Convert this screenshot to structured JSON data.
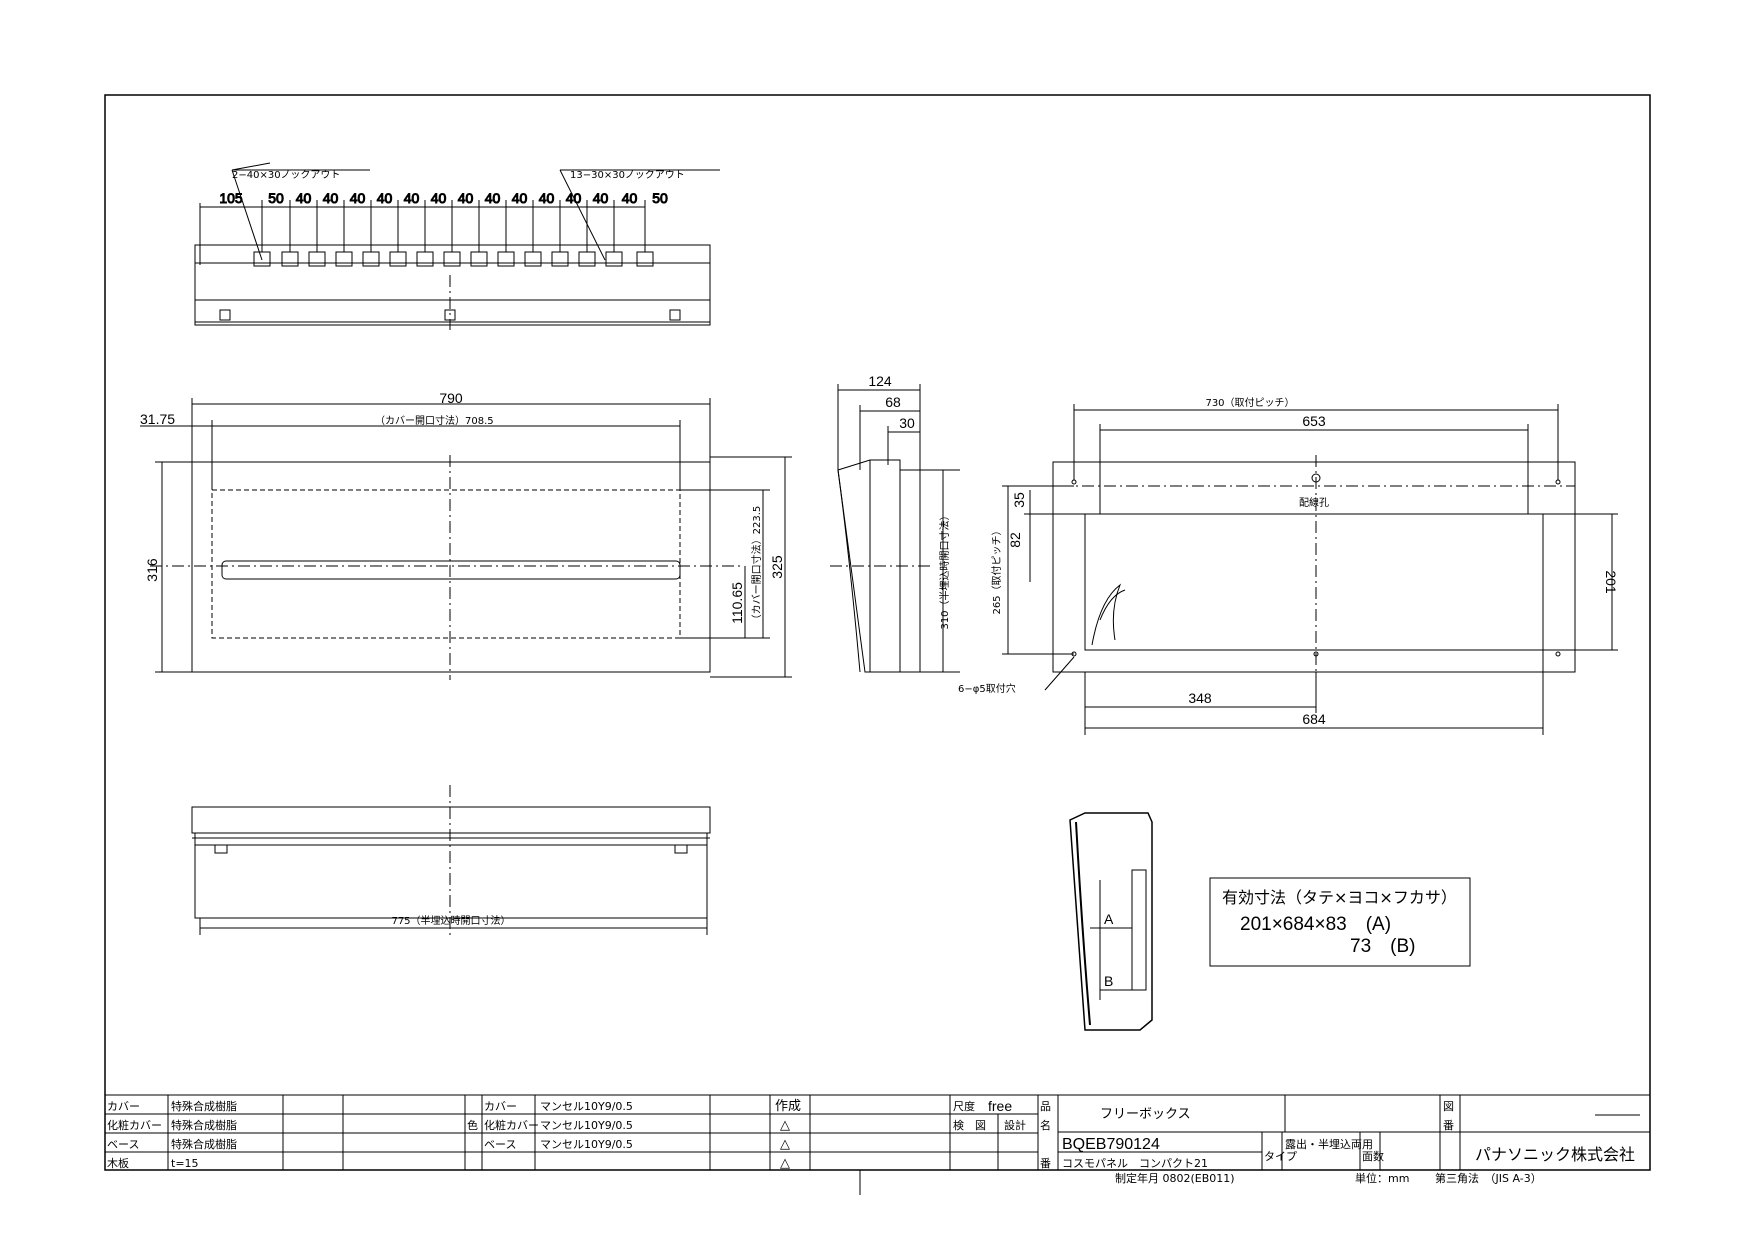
{
  "top_view": {
    "knockout_left": "2−40×30ノックアウト",
    "knockout_right": "13−30×30ノックアウト",
    "dims": [
      "105",
      "50",
      "40",
      "40",
      "40",
      "40",
      "40",
      "40",
      "40",
      "40",
      "40",
      "40",
      "40",
      "40",
      "40",
      "50"
    ]
  },
  "front_view": {
    "width": "790",
    "offset": "31.75",
    "cover_opening": "（カバー開口寸法）708.5",
    "height": "316",
    "total_height": "325",
    "cover_opening_h": "（カバー開口寸法）223.5",
    "lower_dim": "110.65"
  },
  "side_view": {
    "d124": "124",
    "d68": "68",
    "d30": "30",
    "semi_embed": "310（半埋込時開口寸法）"
  },
  "rear_view": {
    "pitch_w": "730（取付ピッチ）",
    "d653": "653",
    "d35": "35",
    "d82": "82",
    "pitch_h": "265（取付ピッチ）",
    "d201": "201",
    "wiring_hole": "配線孔",
    "mount_holes": "6−φ5取付穴",
    "d348": "348",
    "d684": "684"
  },
  "bottom_view": {
    "semi_embed_w": "775（半埋込時開口寸法）"
  },
  "section": {
    "label_a": "A",
    "label_b": "B"
  },
  "effective": {
    "title": "有効寸法（タテ×ヨコ×フカサ）",
    "line1": "201×684×83　(A)",
    "line2": "73　(B)"
  },
  "title_block": {
    "materials": [
      {
        "part": "カバー",
        "material": "特殊合成樹脂"
      },
      {
        "part": "化粧カバー",
        "material": "特殊合成樹脂"
      },
      {
        "part": "ベース",
        "material": "特殊合成樹脂"
      },
      {
        "part": "木板",
        "material": "t=15"
      }
    ],
    "color_label": "色",
    "colors": [
      {
        "part": "カバー",
        "color": "マンセル10Y9/0.5"
      },
      {
        "part": "化粧カバー",
        "color": "マンセル10Y9/0.5"
      },
      {
        "part": "ベース",
        "color": "マンセル10Y9/0.5"
      }
    ],
    "sakusei": "作成",
    "triangle": "△",
    "scale_label": "尺度",
    "scale_value": "free",
    "inspect_label": "検　図",
    "design_label": "設計",
    "hin": "品",
    "mei": "名",
    "ban": "番",
    "product_name": "フリーボックス",
    "part_no": "BQEB790124",
    "series": "コスモパネル　コンパクト21",
    "type_label": "タイプ",
    "type_value": "露出・半埋込両用",
    "men_label": "面数",
    "zu_label": "図",
    "zu_ban": "番",
    "company": "パナソニック株式会社",
    "date": "制定年月 0802(EB011)",
    "unit": "単位：mm",
    "projection": "第三角法　（JIS A-3）"
  }
}
